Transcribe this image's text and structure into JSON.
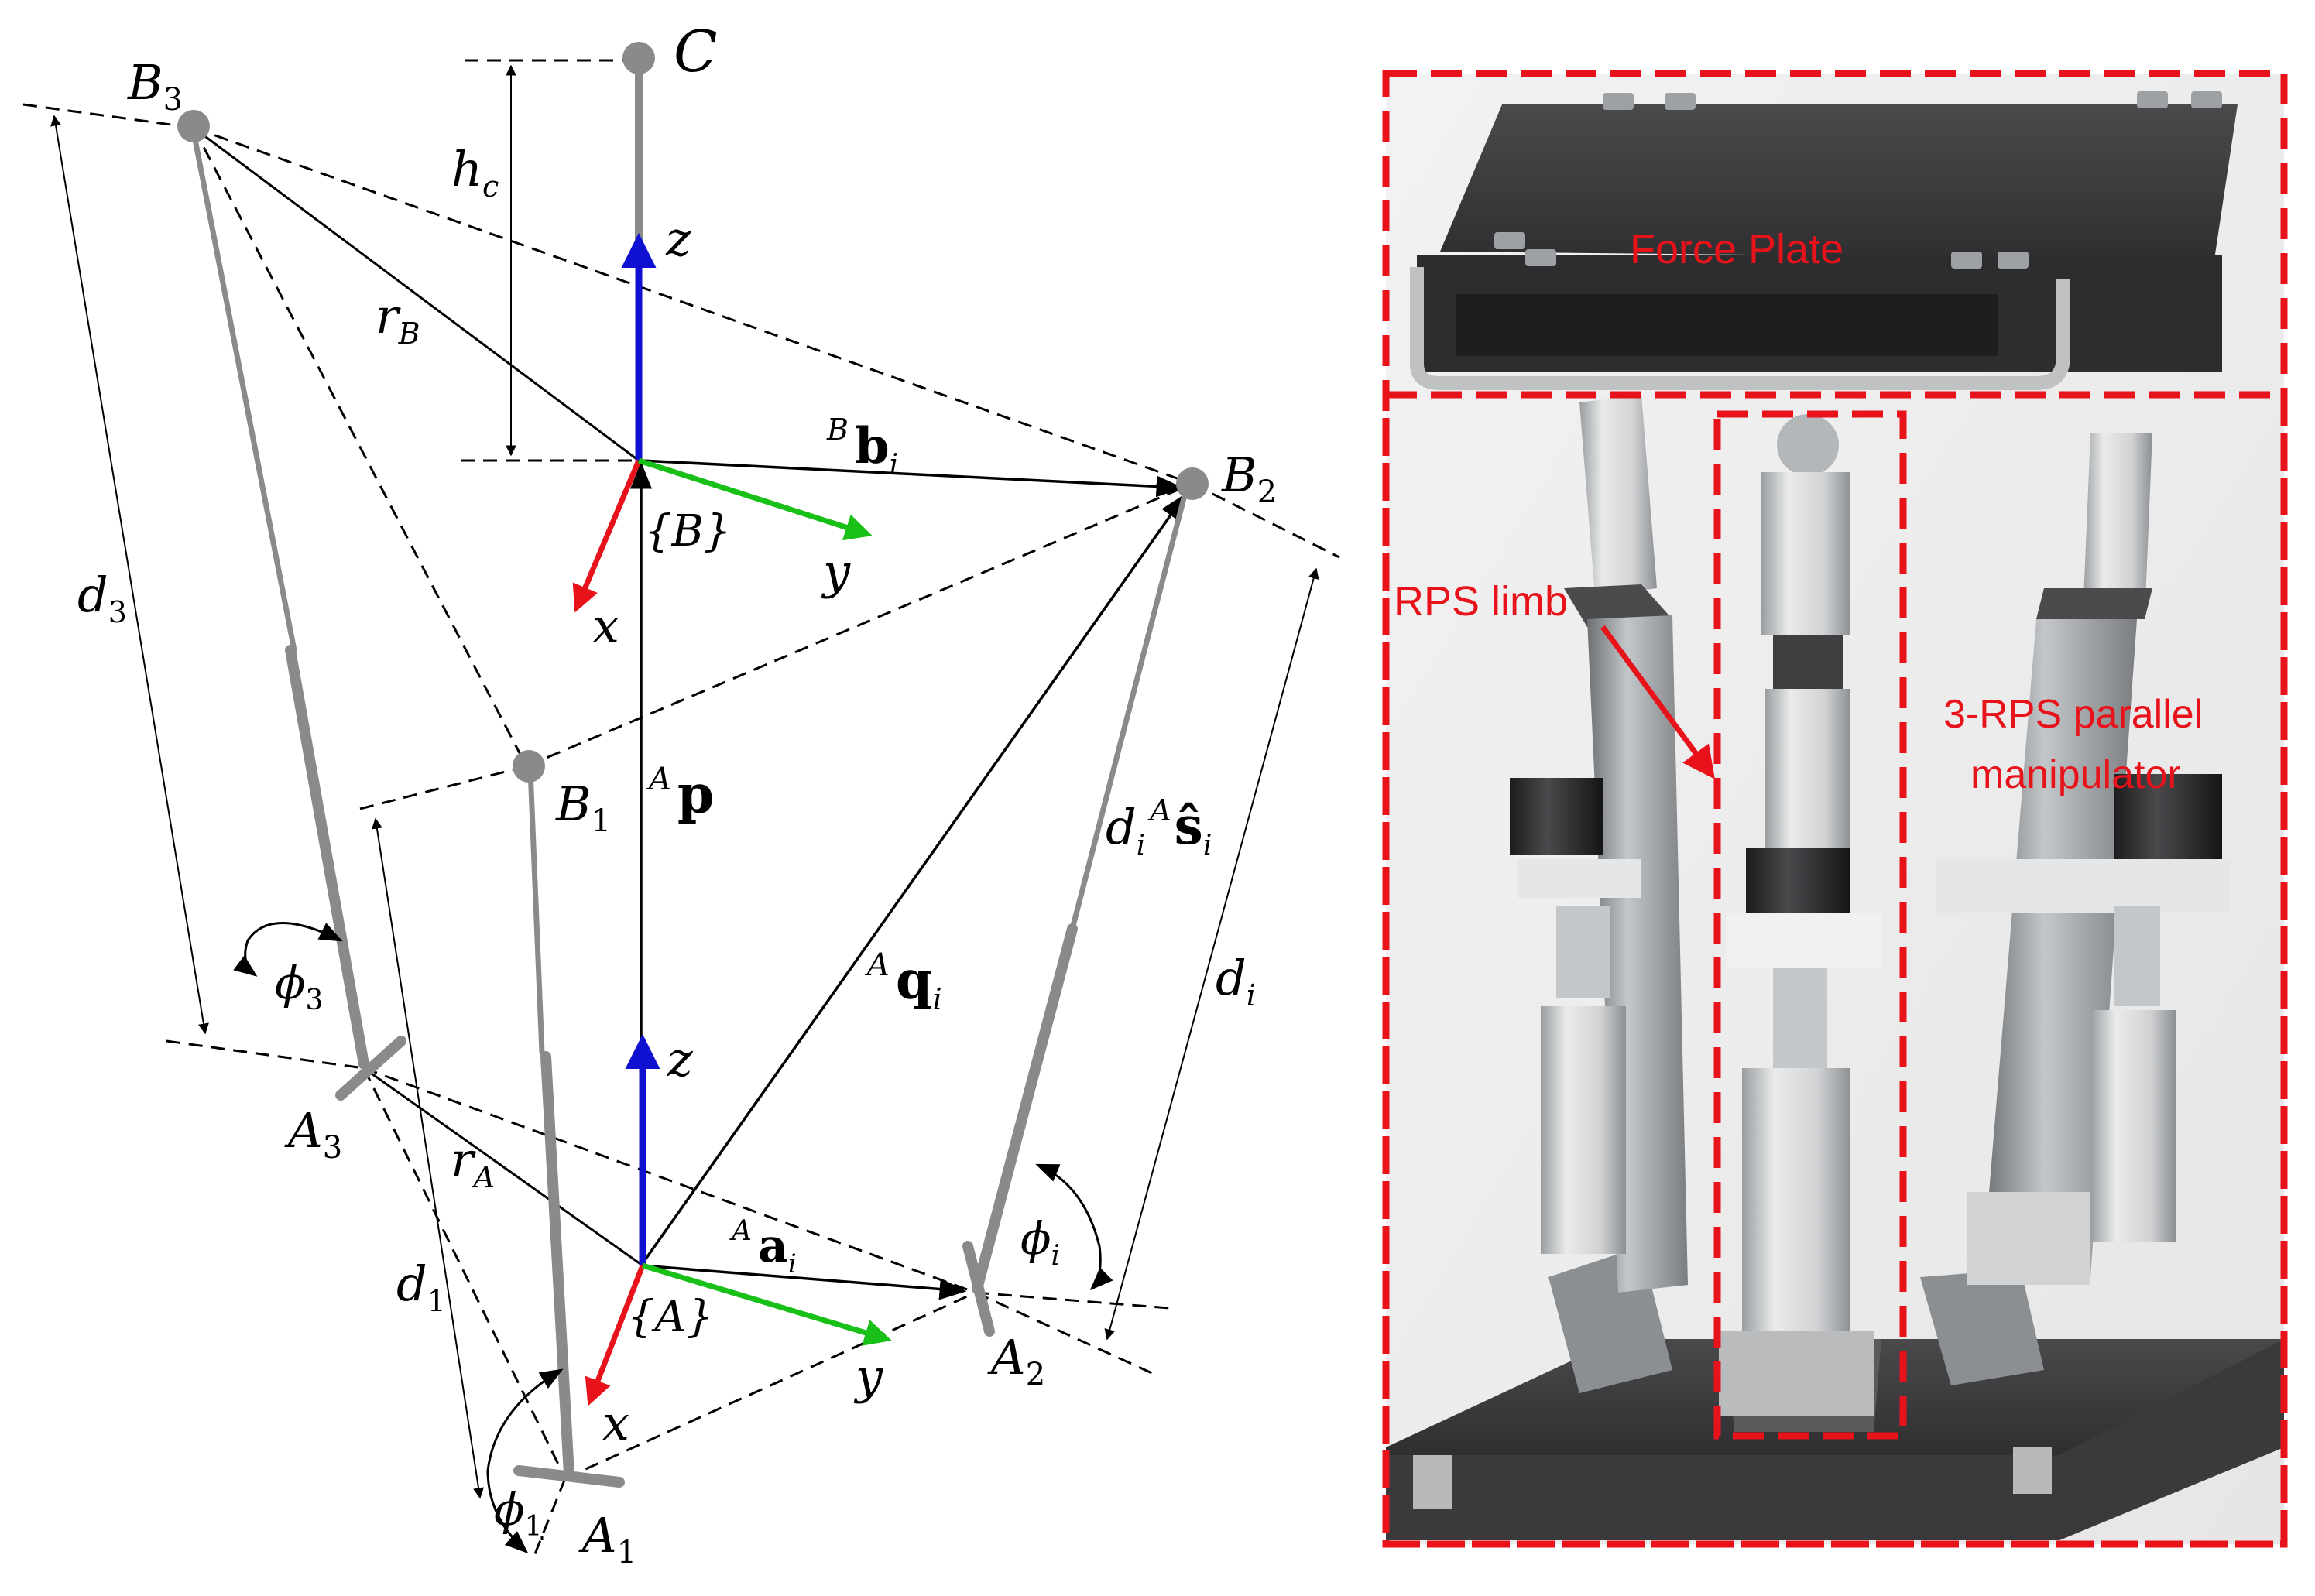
{
  "diagram": {
    "points": {
      "C": "C",
      "B3": "B",
      "B3_sub": "3",
      "B2": "B",
      "B2_sub": "2",
      "B1": "B",
      "B1_sub": "1",
      "A3": "A",
      "A3_sub": "3",
      "A2": "A",
      "A2_sub": "2",
      "A1": "A",
      "A1_sub": "1"
    },
    "frames": {
      "B": "{B}",
      "A": "{A}",
      "top_z": "z",
      "top_x": "x",
      "top_y": "y",
      "bot_z": "z",
      "bot_x": "x",
      "bot_y": "y"
    },
    "dimensions": {
      "hc": "h",
      "hc_sub": "c",
      "rB": "r",
      "rB_sub": "B",
      "rA": "r",
      "rA_sub": "A",
      "d3": "d",
      "d3_sub": "3",
      "d1": "d",
      "d1_sub": "1",
      "di": "d",
      "di_sub": "i",
      "phi3": "ϕ",
      "phi3_sub": "3",
      "phi1": "ϕ",
      "phi1_sub": "1",
      "phii": "ϕ",
      "phii_sub": "i"
    },
    "vectors": {
      "p_sup": "A",
      "p": "p",
      "q_sup": "A",
      "q": "q",
      "q_sub": "i",
      "b_sup": "B",
      "b": "b",
      "b_sub": "i",
      "a_sup": "A",
      "a": "a",
      "a_sub": "i",
      "s_coef": "d",
      "s_coef_sub": "i",
      "s_sup": "A",
      "s": "ŝ",
      "s_sub": "i"
    },
    "colors": {
      "z_axis": "#1010d0",
      "x_axis": "#e8121b",
      "y_axis": "#18c018",
      "limb": "#8a8a8a",
      "joint": "#8a8a8a"
    }
  },
  "photo": {
    "labels": {
      "force_plate": "Force Plate",
      "rps_limb": "RPS limb",
      "manipulator_line1": "3-RPS parallel",
      "manipulator_line2": "manipulator"
    },
    "colors": {
      "annotation": "#e8121b",
      "plate": "#3a3a3c",
      "metal": "#d8dadc"
    }
  }
}
